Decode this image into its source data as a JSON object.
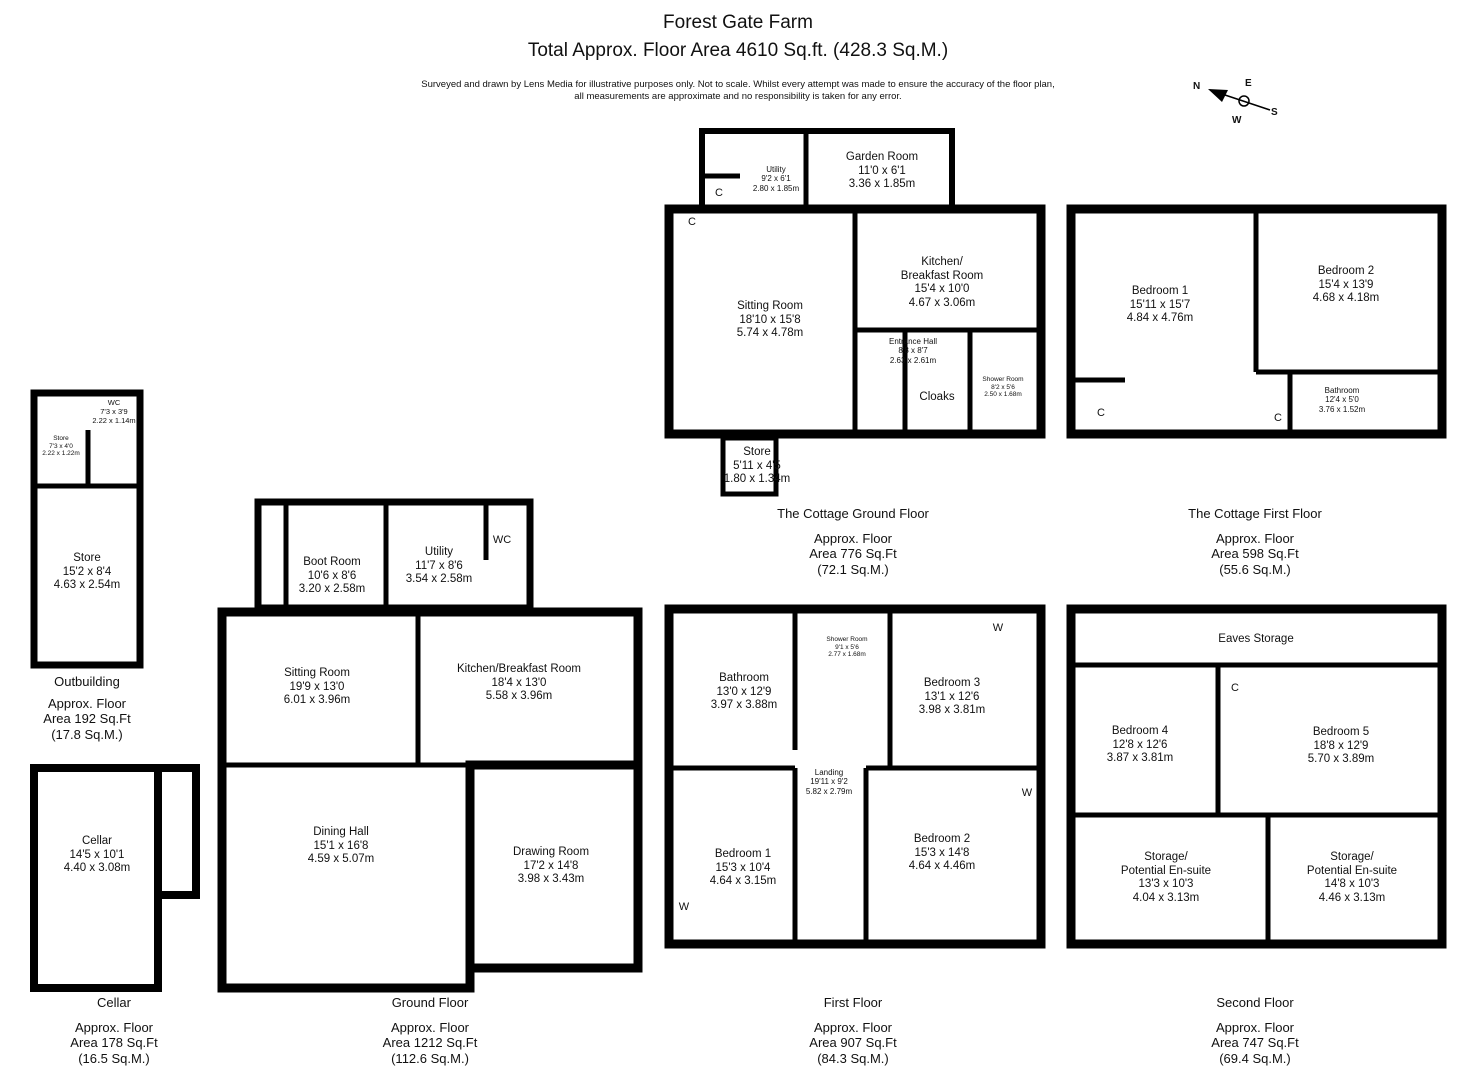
{
  "header": {
    "title": "Forest Gate Farm",
    "subtitle": "Total Approx. Floor Area 4610 Sq.ft. (428.3 Sq.M.)",
    "disclaimer": [
      "Surveyed and drawn by Lens Media for illustrative purposes only. Not to scale. Whilst every attempt was made to ensure the accuracy of the floor plan,",
      "all measurements are approximate and no responsibility is taken for any error."
    ]
  },
  "compass": {
    "n": "N",
    "e": "E",
    "s": "S",
    "w": "W"
  },
  "marks": {
    "cupboard": "C",
    "wardrobe": "W",
    "wc": "WC"
  },
  "floors": [
    {
      "name": "The Cottage Ground Floor",
      "approx": "Approx. Floor",
      "area": "Area 776 Sq.Ft",
      "sqm": "(72.1 Sq.M.)",
      "rooms": [
        {
          "name": "Utility",
          "imperial": "9'2 x 6'1",
          "metric": "2.80 x 1.85m"
        },
        {
          "name": "Garden Room",
          "imperial": "11'0 x 6'1",
          "metric": "3.36 x 1.85m"
        },
        {
          "name": "Sitting Room",
          "imperial": "18'10 x 15'8",
          "metric": "5.74 x 4.78m"
        },
        {
          "name": "Kitchen/",
          "name2": "Breakfast Room",
          "imperial": "15'4 x 10'0",
          "metric": "4.67 x 3.06m"
        },
        {
          "name": "Entrance Hall",
          "imperial": "8'8 x 8'7",
          "metric": "2.63 x 2.61m"
        },
        {
          "name": "Cloaks"
        },
        {
          "name": "Shower Room",
          "imperial": "8'2 x 5'6",
          "metric": "2.50 x 1.68m"
        },
        {
          "name": "Store",
          "imperial": "5'11 x 4'5",
          "metric": "1.80 x 1.34m"
        }
      ]
    },
    {
      "name": "The Cottage First Floor",
      "approx": "Approx. Floor",
      "area": "Area 598 Sq.Ft",
      "sqm": "(55.6 Sq.M.)",
      "rooms": [
        {
          "name": "Bedroom 1",
          "imperial": "15'11 x 15'7",
          "metric": "4.84 x 4.76m"
        },
        {
          "name": "Bedroom 2",
          "imperial": "15'4 x 13'9",
          "metric": "4.68 x 4.18m"
        },
        {
          "name": "Bathroom",
          "imperial": "12'4 x 5'0",
          "metric": "3.76 x 1.52m"
        }
      ]
    },
    {
      "name": "Outbuilding",
      "approx": "Approx. Floor",
      "area": "Area 192 Sq.Ft",
      "sqm": "(17.8 Sq.M.)",
      "rooms": [
        {
          "name": "WC",
          "imperial": "7'3 x 3'9",
          "metric": "2.22 x 1.14m"
        },
        {
          "name": "Store",
          "imperial": "7'3 x 4'0",
          "metric": "2.22 x 1.22m"
        },
        {
          "name": "Store",
          "imperial": "15'2 x 8'4",
          "metric": "4.63 x 2.54m"
        }
      ]
    },
    {
      "name": "Cellar",
      "approx": "Approx. Floor",
      "area": "Area 178 Sq.Ft",
      "sqm": "(16.5 Sq.M.)",
      "rooms": [
        {
          "name": "Cellar",
          "imperial": "14'5 x 10'1",
          "metric": "4.40 x 3.08m"
        }
      ]
    },
    {
      "name": "Ground Floor",
      "approx": "Approx. Floor",
      "area": "Area 1212 Sq.Ft",
      "sqm": "(112.6 Sq.M.)",
      "rooms": [
        {
          "name": "Boot Room",
          "imperial": "10'6 x 8'6",
          "metric": "3.20 x 2.58m"
        },
        {
          "name": "Utility",
          "imperial": "11'7 x 8'6",
          "metric": "3.54 x 2.58m"
        },
        {
          "name": "Sitting Room",
          "imperial": "19'9 x 13'0",
          "metric": "6.01 x 3.96m"
        },
        {
          "name": "Kitchen/Breakfast Room",
          "imperial": "18'4 x 13'0",
          "metric": "5.58 x 3.96m"
        },
        {
          "name": "Dining Hall",
          "imperial": "15'1 x 16'8",
          "metric": "4.59 x 5.07m"
        },
        {
          "name": "Drawing Room",
          "imperial": "17'2 x 14'8",
          "metric": "3.98 x 3.43m"
        }
      ]
    },
    {
      "name": "First Floor",
      "approx": "Approx. Floor",
      "area": "Area 907 Sq.Ft",
      "sqm": "(84.3 Sq.M.)",
      "rooms": [
        {
          "name": "Bathroom",
          "imperial": "13'0 x 12'9",
          "metric": "3.97 x 3.88m"
        },
        {
          "name": "Shower Room",
          "imperial": "9'1 x 5'6",
          "metric": "2.77 x 1.68m"
        },
        {
          "name": "Bedroom 3",
          "imperial": "13'1 x 12'6",
          "metric": "3.98 x 3.81m"
        },
        {
          "name": "Landing",
          "imperial": "19'11 x 9'2",
          "metric": "5.82 x 2.79m"
        },
        {
          "name": "Bedroom 1",
          "imperial": "15'3 x 10'4",
          "metric": "4.64 x 3.15m"
        },
        {
          "name": "Bedroom 2",
          "imperial": "15'3 x 14'8",
          "metric": "4.64 x 4.46m"
        }
      ]
    },
    {
      "name": "Second Floor",
      "approx": "Approx. Floor",
      "area": "Area 747 Sq.Ft",
      "sqm": "(69.4 Sq.M.)",
      "rooms": [
        {
          "name": "Eaves Storage"
        },
        {
          "name": "Bedroom 4",
          "imperial": "12'8 x 12'6",
          "metric": "3.87 x 3.81m"
        },
        {
          "name": "Bedroom 5",
          "imperial": "18'8 x 12'9",
          "metric": "5.70 x 3.89m"
        },
        {
          "name": "Storage/",
          "name2": "Potential En-suite",
          "imperial": "13'3 x 10'3",
          "metric": "4.04 x 3.13m"
        },
        {
          "name": "Storage/",
          "name2": "Potential En-suite",
          "imperial": "14'8 x 10'3",
          "metric": "4.46 x 3.13m"
        }
      ]
    }
  ]
}
